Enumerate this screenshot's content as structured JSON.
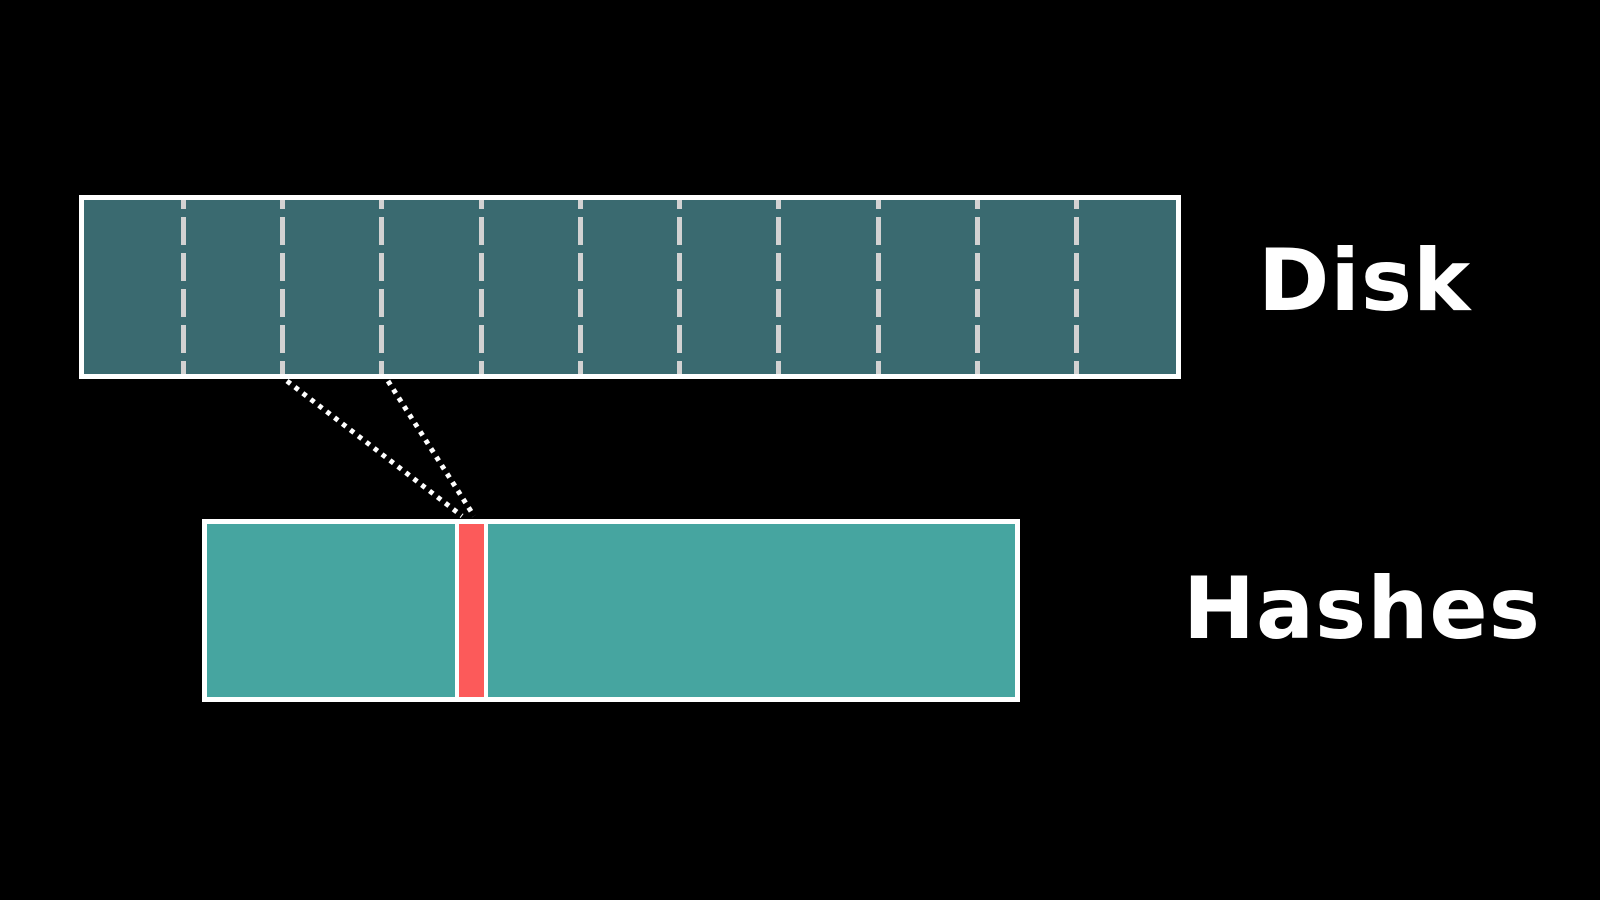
{
  "theme": {
    "background": "#000000",
    "disk_fill": "#3A6A70",
    "hash_fill": "#46A5A0",
    "highlight": "#FC5A5A",
    "divider": "#D2D2D2",
    "border": "#FFFFFF",
    "label": "#FFFFFF"
  },
  "disk": {
    "label": "Disk",
    "segment_count": 11
  },
  "hashes": {
    "label": "Hashes",
    "highlighted_slice": {
      "color": "#FC5A5A",
      "maps_from": "disk-segment-3"
    }
  }
}
